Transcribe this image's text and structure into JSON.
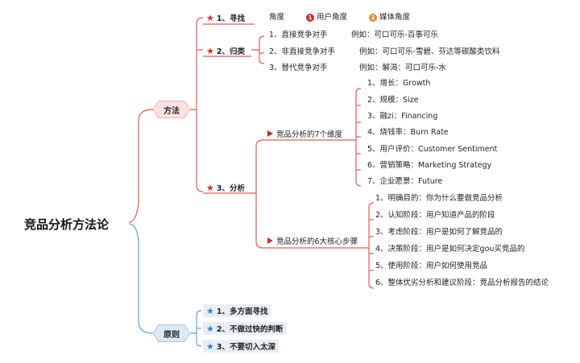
{
  "root": "竞品分析方法论",
  "methods": {
    "label": "方法",
    "find": {
      "label": "1、寻找",
      "angle_label": "角度",
      "badge1": "1",
      "option1": "用户角度",
      "badge2": "2",
      "option2": "媒体角度"
    },
    "classify": {
      "label": "2、归类",
      "items": [
        {
          "name": "1、直接竞争对手",
          "example": "例如：可口可乐-百事可乐"
        },
        {
          "name": "2、非直接竞争对手",
          "example": "例如：可口可乐-雪碧、芬达等碳酸类饮料"
        },
        {
          "name": "3、替代竞争对手",
          "example": "例如：解渴：可口可乐-水"
        }
      ]
    },
    "analyze": {
      "label": "3、分析",
      "dimensions": {
        "label": "竞品分析的7个维度",
        "items": [
          "1、增长：Growth",
          "2、规模：Size",
          "3、融zi：Financing",
          "4、烧钱率：Burn Rate",
          "5、用户评价：Customer Sentiment",
          "6、营销策略：Marketing Strategy",
          "7、企业愿景：Future"
        ]
      },
      "steps": {
        "label": "竞品分析的6大核心步骤",
        "items": [
          "1、明确目的：你为什么要做竞品分析",
          "2、认知阶段：用户知道产品的阶段",
          "3、考虑阶段：用户是如何了解竞品的",
          "4、决策阶段：用户是如何决定gou买竞品的",
          "5、使用阶段：用户如何使用竞品",
          "6、整体优劣分析和建议阶段：竞品分析报告的结论"
        ]
      }
    }
  },
  "principles": {
    "label": "原则",
    "items": [
      "1、多方面寻找",
      "2、不做过快的判断",
      "3、不要切入太深"
    ]
  },
  "colors": {
    "red_branch": "#e05a5a",
    "blue_branch": "#5ba3d9",
    "star_red": "#d7262b",
    "star_blue": "#2e7dc4",
    "badge1": "#d7262b",
    "badge2": "#e8833a"
  }
}
